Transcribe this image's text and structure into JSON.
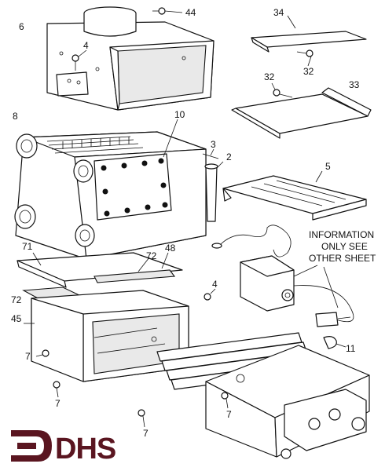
{
  "labels": {
    "p44": "44",
    "p6": "6",
    "p4a": "4",
    "p34": "34",
    "p32a": "32",
    "p32b": "32",
    "p33": "33",
    "p8": "8",
    "p10": "10",
    "p3": "3",
    "p2": "2",
    "p5": "5",
    "p71": "71",
    "p72a": "72",
    "p48": "48",
    "p72b": "72",
    "p4b": "4",
    "p45": "45",
    "p7a": "7",
    "p7b": "7",
    "p7c": "7",
    "p7d": "7",
    "p11": "11"
  },
  "info_note": [
    "INFORMATION",
    "ONLY SEE",
    "OTHER SHEET"
  ],
  "logo": {
    "text": "DHS",
    "color": "#5a1520"
  }
}
